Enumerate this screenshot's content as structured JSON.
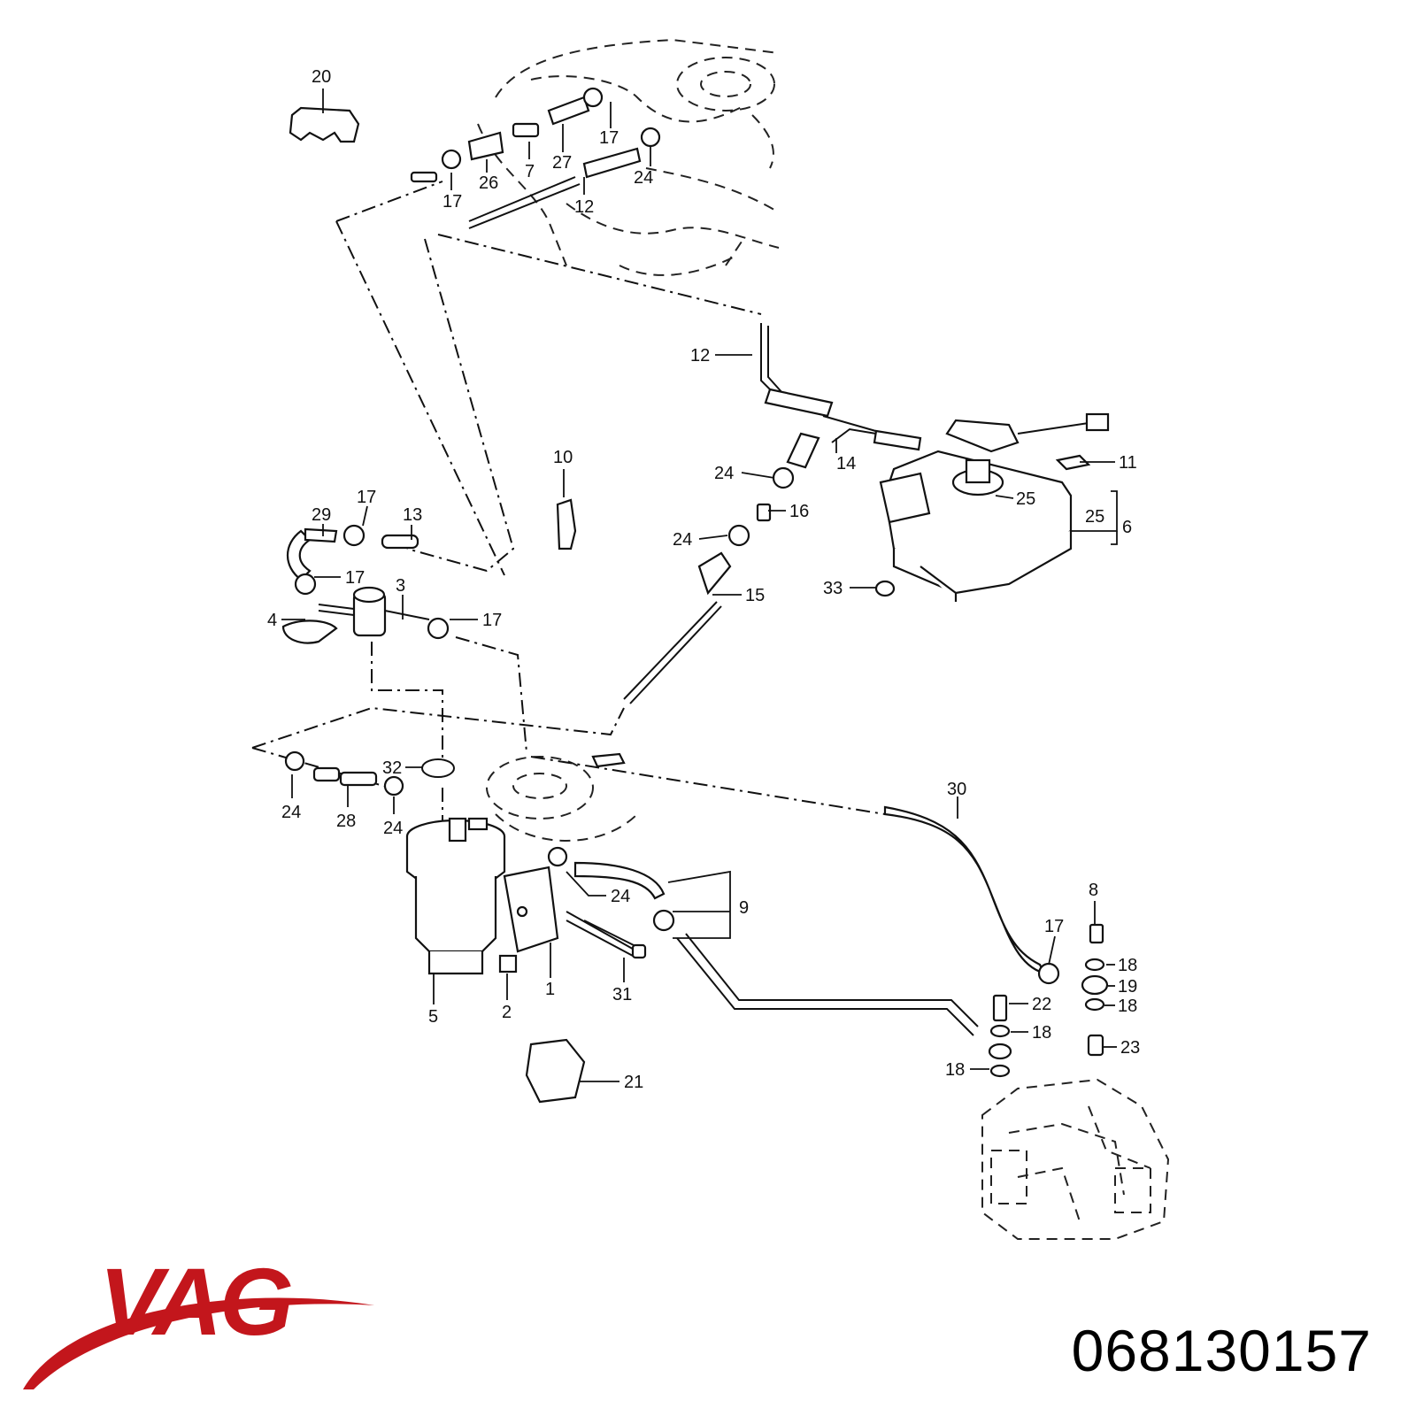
{
  "brand": {
    "name": "VAG",
    "color": "#c3161c"
  },
  "part_number": "068130157",
  "callouts": [
    {
      "id": "c20",
      "label": "20"
    },
    {
      "id": "c17a",
      "label": "17"
    },
    {
      "id": "c26",
      "label": "26"
    },
    {
      "id": "c7",
      "label": "7"
    },
    {
      "id": "c27",
      "label": "27"
    },
    {
      "id": "c17b",
      "label": "17"
    },
    {
      "id": "c24a",
      "label": "24"
    },
    {
      "id": "c12a",
      "label": "12"
    },
    {
      "id": "c12b",
      "label": "12"
    },
    {
      "id": "c24b",
      "label": "24"
    },
    {
      "id": "c14",
      "label": "14"
    },
    {
      "id": "c11",
      "label": "11"
    },
    {
      "id": "c25a",
      "label": "25"
    },
    {
      "id": "c25b",
      "label": "25"
    },
    {
      "id": "c6",
      "label": "6"
    },
    {
      "id": "c16",
      "label": "16"
    },
    {
      "id": "c24c",
      "label": "24"
    },
    {
      "id": "c33",
      "label": "33"
    },
    {
      "id": "c15",
      "label": "15"
    },
    {
      "id": "c10",
      "label": "10"
    },
    {
      "id": "c29",
      "label": "29"
    },
    {
      "id": "c17c",
      "label": "17"
    },
    {
      "id": "c13",
      "label": "13"
    },
    {
      "id": "c17d",
      "label": "17"
    },
    {
      "id": "c3",
      "label": "3"
    },
    {
      "id": "c4",
      "label": "4"
    },
    {
      "id": "c17e",
      "label": "17"
    },
    {
      "id": "c32",
      "label": "32"
    },
    {
      "id": "c24d",
      "label": "24"
    },
    {
      "id": "c28",
      "label": "28"
    },
    {
      "id": "c24e",
      "label": "24"
    },
    {
      "id": "c30",
      "label": "30"
    },
    {
      "id": "c24f",
      "label": "24"
    },
    {
      "id": "c9",
      "label": "9"
    },
    {
      "id": "c8",
      "label": "8"
    },
    {
      "id": "c17f",
      "label": "17"
    },
    {
      "id": "c18a",
      "label": "18"
    },
    {
      "id": "c19",
      "label": "19"
    },
    {
      "id": "c22",
      "label": "22"
    },
    {
      "id": "c18b",
      "label": "18"
    },
    {
      "id": "c18c",
      "label": "18"
    },
    {
      "id": "c23",
      "label": "23"
    },
    {
      "id": "c18d",
      "label": "18"
    },
    {
      "id": "c31",
      "label": "31"
    },
    {
      "id": "c1",
      "label": "1"
    },
    {
      "id": "c2",
      "label": "2"
    },
    {
      "id": "c5",
      "label": "5"
    },
    {
      "id": "c21",
      "label": "21"
    }
  ]
}
